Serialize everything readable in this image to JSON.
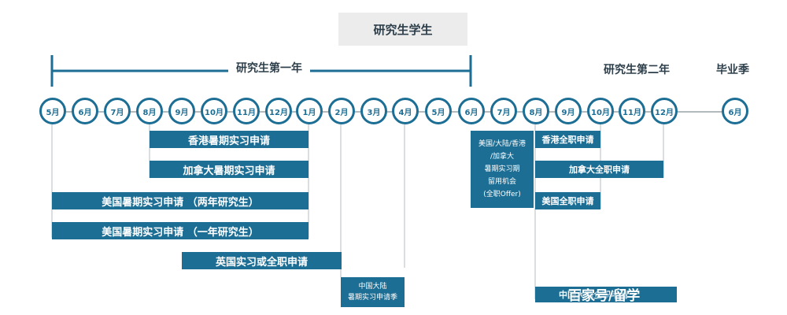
{
  "header": {
    "title": "研究生学生"
  },
  "labels": {
    "year1": "研究生第一年",
    "year2": "研究生第二年",
    "graduation": "毕业季"
  },
  "timeline": {
    "months": [
      "5月",
      "6月",
      "7月",
      "8月",
      "9月",
      "10月",
      "11月",
      "12月",
      "1月",
      "2月",
      "3月",
      "4月",
      "5月",
      "6月",
      "7月",
      "8月",
      "9月",
      "10月",
      "11月",
      "12月",
      "6月"
    ]
  },
  "bars": {
    "hk_summer": "香港暑期实习申请",
    "ca_summer": "加拿大暑期实习申请",
    "us_summer_two": "美国暑期实习申请 （两年研究生）",
    "us_summer_one": "美国暑期实习申请 （一年研究生）",
    "uk_intern": "英国实习或全职申请",
    "cn_summer": [
      "中国大陆",
      "暑期实习申请季"
    ],
    "retention": [
      "美国/大陆/香港",
      "/加拿大",
      "暑期实习期",
      "留用机会",
      "(全职Offer)"
    ],
    "hk_full": "香港全职申请",
    "ca_full": "加拿大全职申请",
    "us_full": "美国全职申请",
    "cn_full": "中国大陆全职申请"
  },
  "watermark": "百家号/留学"
}
